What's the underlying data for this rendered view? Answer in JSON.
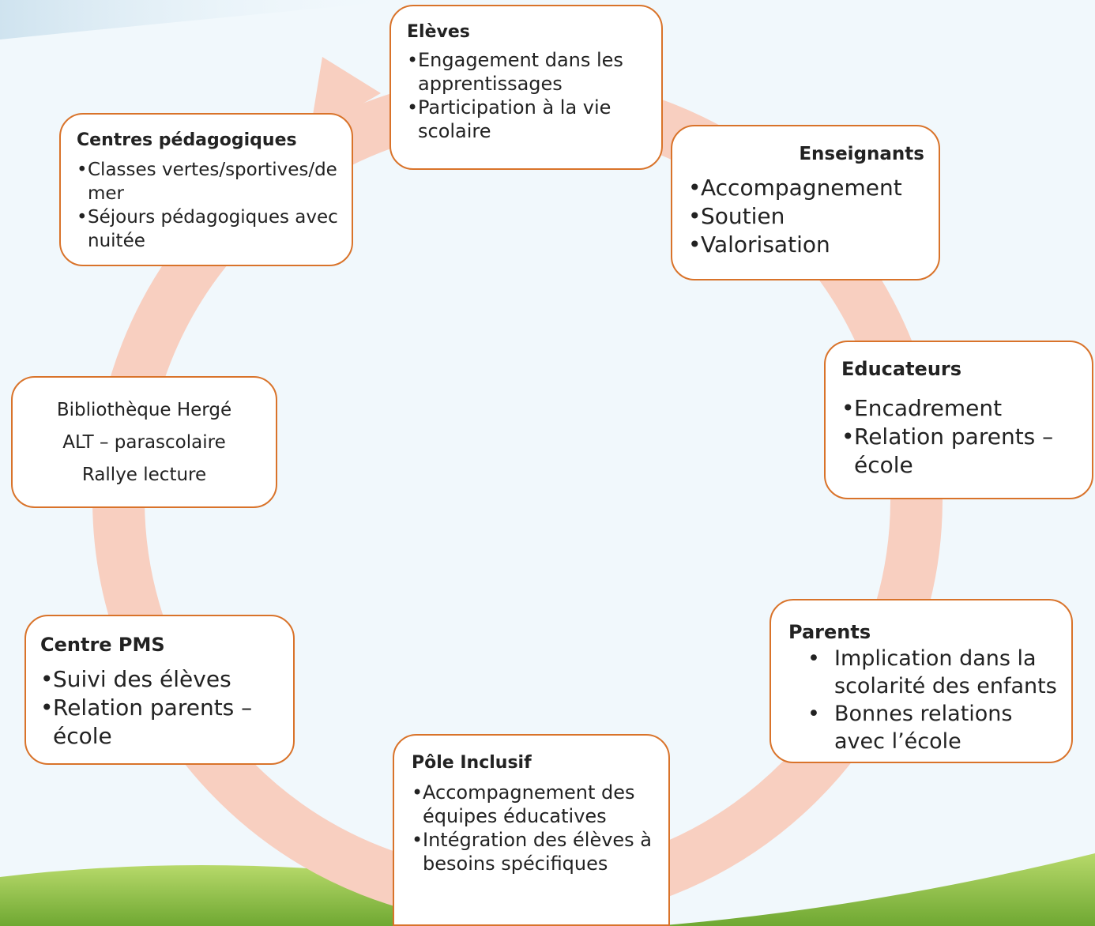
{
  "colors": {
    "background": "#f1f8fc",
    "box_border": "#d9732a",
    "cycle_arrow": "#f8cfc0",
    "grass": "#8fc145"
  },
  "nodes": {
    "eleves": {
      "title": "Elèves",
      "items": [
        "Engagement dans les apprentissages",
        "Participation à la vie scolaire"
      ]
    },
    "enseignants": {
      "title": "Enseignants",
      "items": [
        "Accompagnement",
        "Soutien",
        "Valorisation"
      ]
    },
    "educateurs": {
      "title": "Educateurs",
      "items": [
        "Encadrement",
        "Relation parents – école"
      ]
    },
    "parents": {
      "title": "Parents",
      "items": [
        "Implication dans la scolarité des enfants",
        "Bonnes relations avec l’école"
      ]
    },
    "pole_inclusif": {
      "title": "Pôle Inclusif",
      "items": [
        "Accompagnement des équipes éducatives",
        "Intégration des élèves à besoins spécifiques"
      ]
    },
    "centre_pms": {
      "title": "Centre PMS",
      "items": [
        "Suivi des élèves",
        "Relation parents – école"
      ]
    },
    "bibliotheque": {
      "lines": [
        "Bibliothèque Hergé",
        "ALT – parascolaire",
        "Rallye lecture"
      ]
    },
    "centres_pedagogiques": {
      "title": "Centres pédagogiques",
      "items": [
        "Classes vertes/sportives/de mer",
        "Séjours pédagogiques avec nuitée"
      ]
    }
  }
}
